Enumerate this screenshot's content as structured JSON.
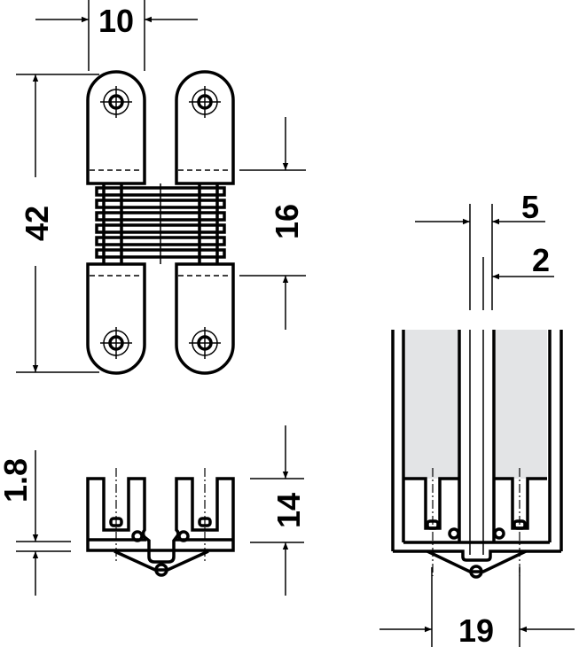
{
  "title": "Concealed hinge dimension drawing",
  "dimensions": {
    "width_top": "10",
    "height_total": "42",
    "center_body": "16",
    "side_height": "14",
    "plate_thickness": "1.8",
    "gap": "5",
    "gap_inner": "2",
    "bore_width": "19"
  },
  "colors": {
    "line": "#000000",
    "shade": "#e3e4e6"
  }
}
